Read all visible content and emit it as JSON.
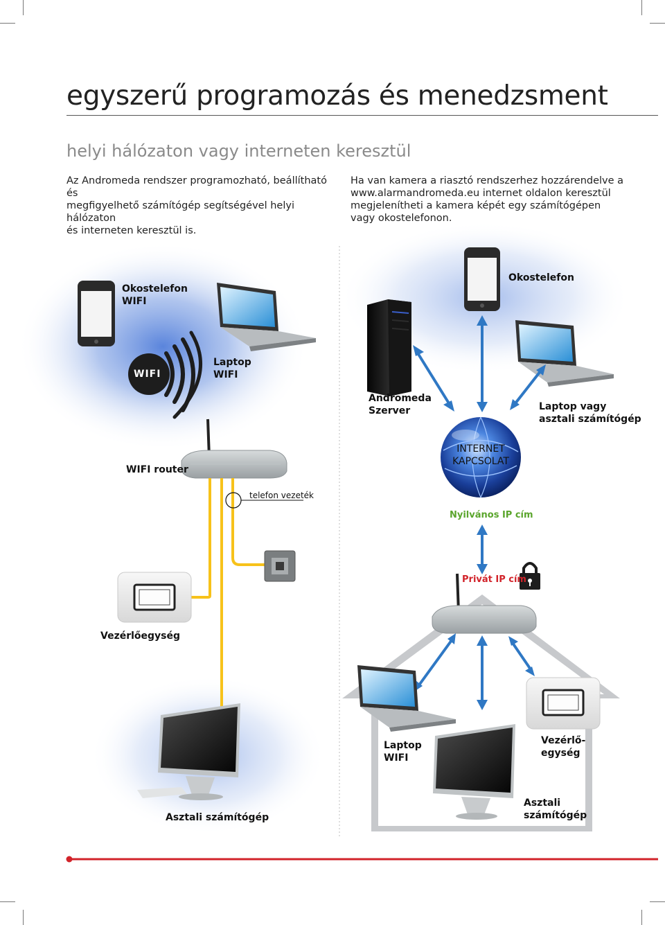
{
  "page": {
    "title": "egyszerű programozás és menedzsment",
    "subtitle": "helyi hálózaton vagy interneten keresztül",
    "intro_left": [
      "Az Andromeda rendszer programozható, beállítható és",
      "megfigyelhető számítógép segítségével helyi hálózaton",
      "és interneten keresztül is."
    ],
    "intro_right": [
      "Ha van kamera a riasztó rendszerhez hozzárendelve a",
      "www.alarmandromeda.eu internet oldalon keresztül",
      "megjelenítheti a kamera képét egy számítógépen",
      "vagy okostelefonon."
    ]
  },
  "left_diagram": {
    "phone_label": [
      "Okostelefon",
      "WIFI"
    ],
    "laptop_label": [
      "Laptop",
      "WIFI"
    ],
    "wifi_badge": "WIFI",
    "router_label": "WIFI router",
    "phone_line_label": "telefon vezeték",
    "control_unit_label": "Vezérlőegység",
    "desktop_label": "Asztali számítógép"
  },
  "right_diagram": {
    "phone_label": "Okostelefon",
    "server_label": [
      "Andromeda",
      "Szerver"
    ],
    "laptop_label": [
      "Laptop vagy",
      "asztali számítógép"
    ],
    "internet_label": [
      "INTERNET",
      "KAPCSOLAT"
    ],
    "public_ip_label": "Nyilvános IP cím",
    "private_ip_label": "Privát IP cím",
    "house_laptop_label": [
      "Laptop",
      "WIFI"
    ],
    "house_control_label": [
      "Vezérlő-",
      "egység"
    ],
    "house_desktop_label": [
      "Asztali",
      "számítógép"
    ]
  },
  "colors": {
    "accent_red": "#d2232a",
    "glow_blue": "#3d6fd6",
    "arrow_blue": "#2f78c4",
    "cable_yellow": "#f7c21a",
    "public_ip_green": "#5aa52c",
    "house_gray": "#c7c9cc"
  },
  "icons": [
    "smartphone-icon",
    "laptop-icon",
    "wifi-signal-icon",
    "router-icon",
    "wall-socket-icon",
    "control-panel-icon",
    "desktop-monitor-icon",
    "server-tower-icon",
    "globe-icon",
    "padlock-icon",
    "double-arrow-icon"
  ]
}
